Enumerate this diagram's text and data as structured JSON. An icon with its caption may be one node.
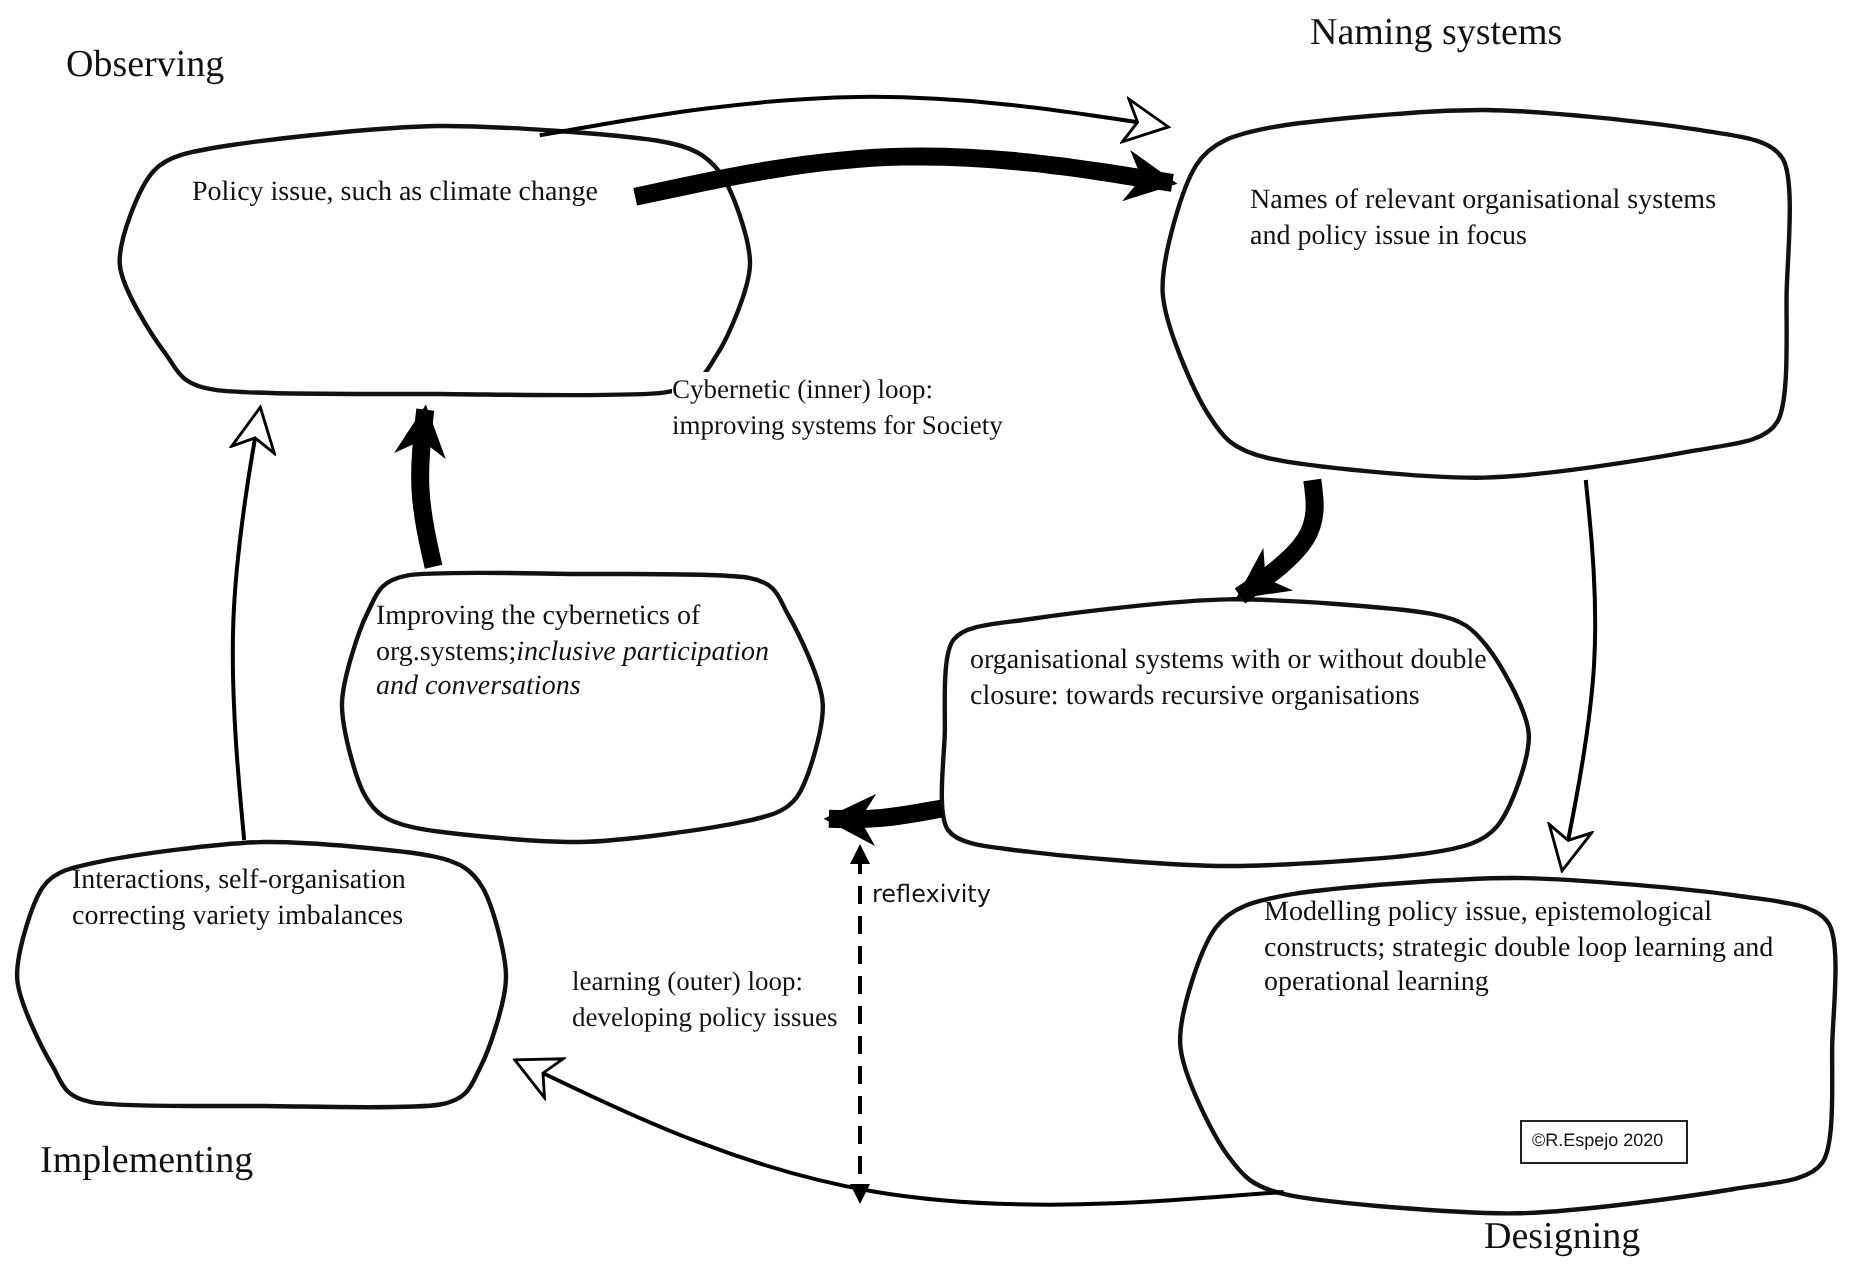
{
  "diagram": {
    "nodes": [
      {
        "text": [
          "Policy issue, such as climate change"
        ],
        "beside": [
          "Observing"
        ]
      },
      {
        "text": [
          "Names of relevant organisational systems and policy issue in focus"
        ],
        "beside": [
          "Naming systems"
        ]
      },
      {
        "text": [
          "Improving the cybernetics of org.systems;*inclusive participation and conversations*"
        ]
      },
      {
        "text": [
          "organisational systems with or without double closure: towards recursive organisations"
        ]
      },
      {
        "text": [
          "Interactions, self-organisation correcting variety imbalances"
        ],
        "beside": [
          "Implementing"
        ]
      },
      {
        "text": [
          "Modelling policy issue, epistemological constructs; strategic double loop learning and operational learning"
        ],
        "beside": [
          "Designing"
        ]
      },
      {
        "text": [
          "©R.Espejo 2020"
        ],
        "in": 5
      }
    ],
    "edges": [
      {
        "from": 0,
        "to": 1,
        "arrow": "to",
        "style": "thick"
      },
      {
        "from": 1,
        "to": 3,
        "arrow": "to",
        "style": "thick"
      },
      {
        "from": 3,
        "to": 2,
        "arrow": "to",
        "style": "thick"
      },
      {
        "from": 2,
        "to": 0,
        "arrow": "to",
        "style": "thick"
      },
      {
        "from": 0,
        "to": 1,
        "arrow": "to"
      },
      {
        "from": 1,
        "to": 5,
        "arrow": "to"
      },
      {
        "from": 5,
        "to": 4,
        "arrow": "to"
      },
      {
        "from": 4,
        "to": 0,
        "arrow": "to"
      }
    ],
    "labels": [
      "Cybernetic (inner) loop: improving systems for Society",
      "reflexivity",
      "learning (outer) loop: developing policy issues"
    ]
  }
}
